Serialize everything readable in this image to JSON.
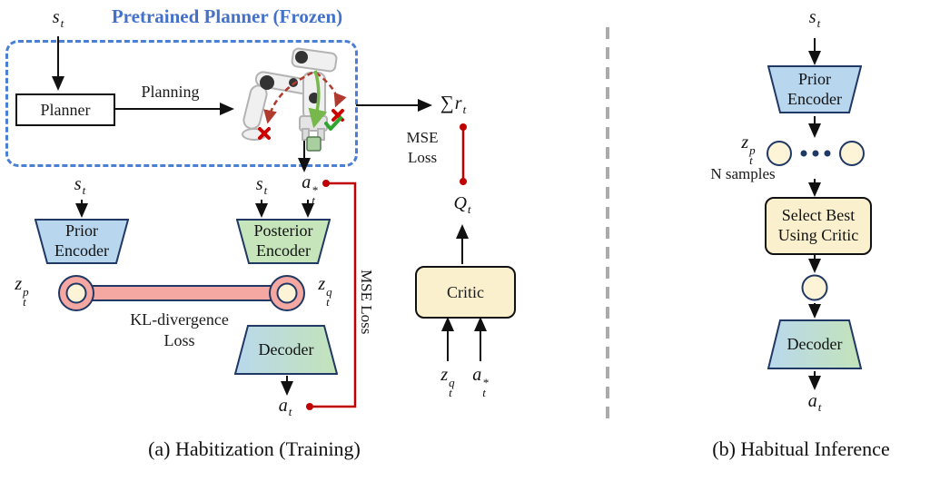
{
  "colors": {
    "frozen_blue": "#4472C8",
    "dashed_box_blue": "#4A7FD6",
    "navy_border": "#1F3864",
    "prior_fill": "#B8D6EE",
    "posterior_fill": "#C6E5BB",
    "decoder_blue": "#B9D8EC",
    "decoder_green": "#C3E3BA",
    "critic_fill": "#FBF0CD",
    "latent_fill": "#FDF3D6",
    "kl_pink": "#F5A8A2",
    "loss_red": "#C00000",
    "divider_gray": "#ABABAB"
  },
  "math": {
    "s_t": {
      "base": "s",
      "sub": "t"
    },
    "a_t": {
      "base": "a",
      "sub": "t"
    },
    "a_t_star": {
      "base": "a",
      "sup": "*",
      "sub": "t"
    },
    "z_t_p": {
      "base": "z",
      "sup": "p",
      "sub": "t"
    },
    "z_t_q": {
      "base": "z",
      "sup": "q",
      "sub": "t"
    },
    "sum_r_t": {
      "prefix": "∑",
      "base": "r",
      "sub": "t"
    },
    "Q_t": {
      "base": "Q",
      "sub": "t"
    }
  },
  "panel_a": {
    "caption": "(a) Habitization (Training)",
    "frozen_title": "Pretrained Planner (Frozen)",
    "planner_label": "Planner",
    "planning_label": "Planning",
    "prior_encoder": {
      "line1": "Prior",
      "line2": "Encoder"
    },
    "posterior_encoder": {
      "line1": "Posterior",
      "line2": "Encoder"
    },
    "decoder_label": "Decoder",
    "critic_label": "Critic",
    "kl_loss": {
      "line1": "KL-divergence",
      "line2": "Loss"
    },
    "mse_loss_critic": {
      "line1": "MSE",
      "line2": "Loss"
    },
    "mse_loss_action": "MSE Loss"
  },
  "panel_b": {
    "caption": "(b) Habitual Inference",
    "prior_encoder": {
      "line1": "Prior",
      "line2": "Encoder"
    },
    "select_best": {
      "line1": "Select Best",
      "line2": "Using Critic"
    },
    "decoder_label": "Decoder",
    "n_samples_label": "N samples"
  }
}
